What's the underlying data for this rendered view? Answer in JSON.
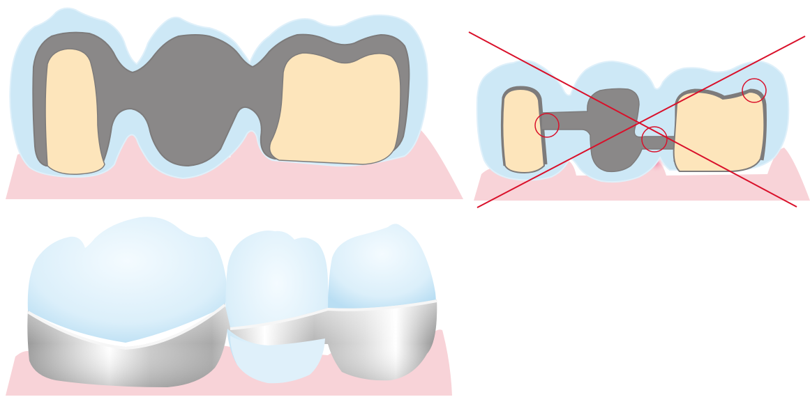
{
  "colors": {
    "background": "#ffffff",
    "gum": "#f8d3d8",
    "porcelain": "#cde8f6",
    "porcelain_edge": "#dff0fa",
    "framework_metal": "#8a8888",
    "framework_outline": "#7d7b7b",
    "tooth_stump": "#fde5bb",
    "incorrect_mark": "#d9102a",
    "inflammation": "#f3a5bd",
    "metal_light": "#f4f4f4",
    "metal_dark": "#8c8c8c"
  },
  "panels": [
    {
      "id": "correct-framework",
      "description_icon": "bridge-cross-section-correct"
    },
    {
      "id": "incorrect-framework",
      "description_icon": "bridge-cross-section-incorrect",
      "crossed_out": true,
      "problem_markers": 3
    },
    {
      "id": "finished-bridge",
      "description_icon": "bridge-exterior-view"
    }
  ]
}
